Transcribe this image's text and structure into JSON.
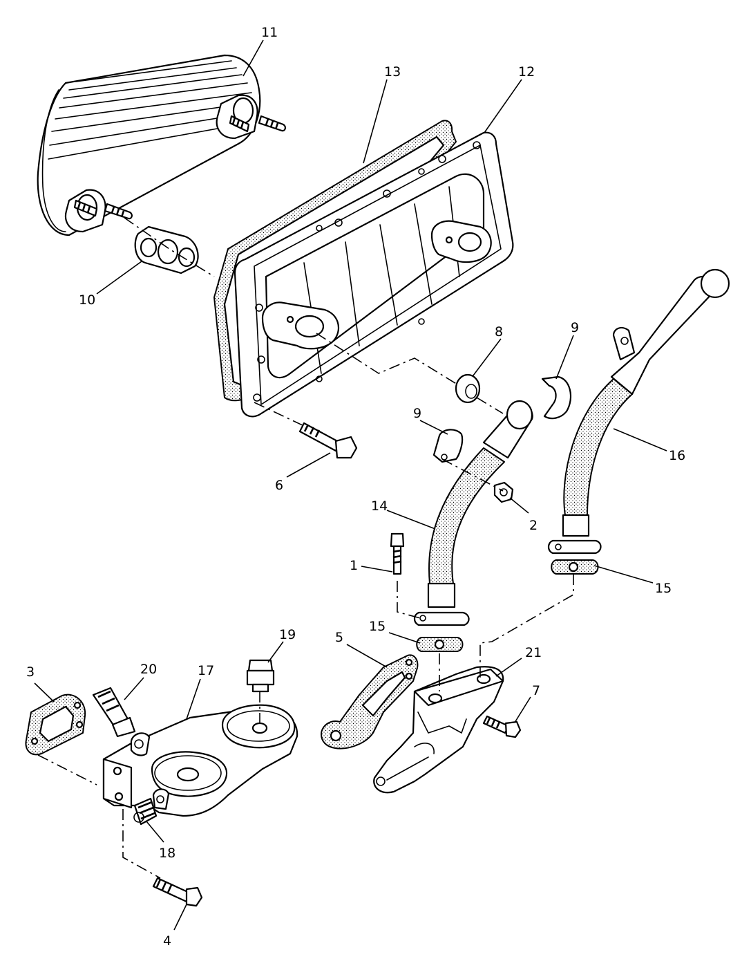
{
  "callouts": [
    {
      "id": "c1",
      "label": "1"
    },
    {
      "id": "c2",
      "label": "2"
    },
    {
      "id": "c3",
      "label": "3"
    },
    {
      "id": "c4",
      "label": "4"
    },
    {
      "id": "c5",
      "label": "5"
    },
    {
      "id": "c6",
      "label": "6"
    },
    {
      "id": "c7",
      "label": "7"
    },
    {
      "id": "c8",
      "label": "8"
    },
    {
      "id": "c9a",
      "label": "9"
    },
    {
      "id": "c9b",
      "label": "9"
    },
    {
      "id": "c10",
      "label": "10"
    },
    {
      "id": "c11",
      "label": "11"
    },
    {
      "id": "c12",
      "label": "12"
    },
    {
      "id": "c13",
      "label": "13"
    },
    {
      "id": "c14",
      "label": "14"
    },
    {
      "id": "c15a",
      "label": "15"
    },
    {
      "id": "c15b",
      "label": "15"
    },
    {
      "id": "c16",
      "label": "16"
    },
    {
      "id": "c17",
      "label": "17"
    },
    {
      "id": "c18",
      "label": "18"
    },
    {
      "id": "c19",
      "label": "19"
    },
    {
      "id": "c20",
      "label": "20"
    },
    {
      "id": "c21",
      "label": "21"
    }
  ],
  "colors": {
    "line": "#000000",
    "background": "#ffffff"
  }
}
